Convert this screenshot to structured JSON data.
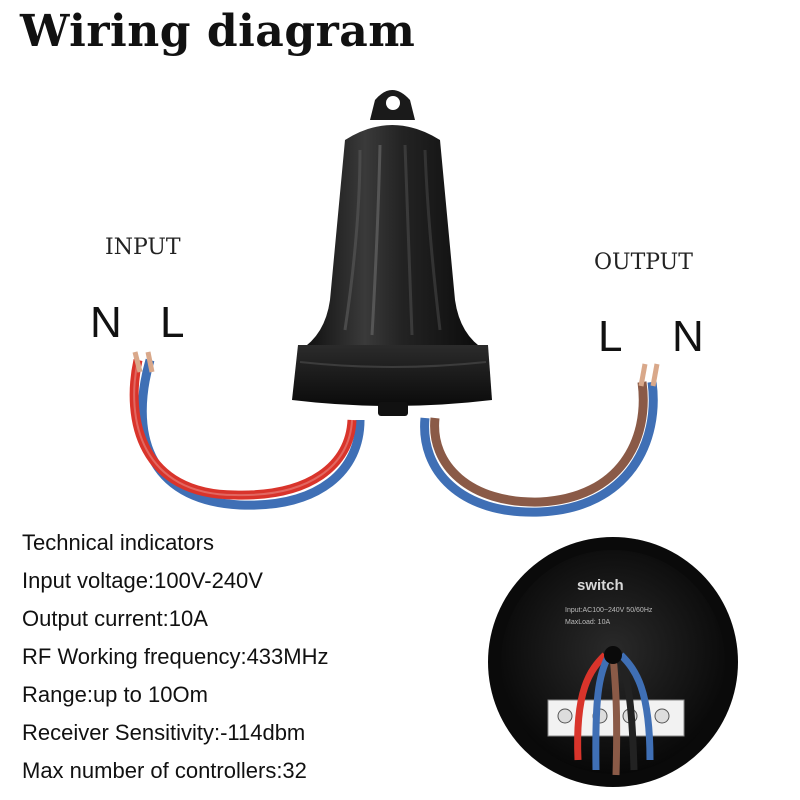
{
  "title": "Wiring diagram",
  "input": {
    "label": "INPUT",
    "left_terminal": "N",
    "right_terminal": "L"
  },
  "output": {
    "label": "OUTPUT",
    "left_terminal": "L",
    "right_terminal": "N"
  },
  "specs": {
    "heading": "Technical indicators",
    "lines": [
      "Input voltage:100V-240V",
      "Output current:10A",
      "RF Working frequency:433MHz",
      "Range:up to 10Om",
      "Receiver Sensitivity:-114dbm",
      "Max number of controllers:32"
    ]
  },
  "device_label": {
    "brand": "switch",
    "rating": "Input:AC100~240V 50/60Hz",
    "load": "MaxLoad: 10A"
  },
  "colors": {
    "wire_red": "#d9342b",
    "wire_blue": "#3f6fb5",
    "wire_brown": "#8a5a47",
    "housing": "#1b1b1b"
  }
}
